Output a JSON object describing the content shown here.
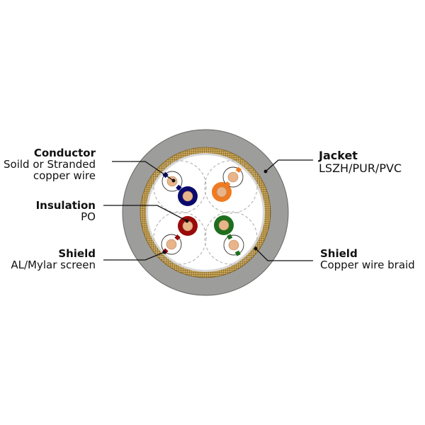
{
  "labels": {
    "conductor": {
      "title": "Conductor",
      "line1": "Soild or Stranded",
      "line2": "copper wire"
    },
    "insulation": {
      "title": "Insulation",
      "line1": "PO"
    },
    "shield_left": {
      "title": "Shield",
      "line1": "AL/Mylar screen"
    },
    "jacket": {
      "title": "Jacket",
      "line1": "LSZH/PUR/PVC"
    },
    "shield_right": {
      "title": "Shield",
      "line1": "Copper wire braid"
    }
  },
  "colors": {
    "jacket": "#9d9d9b",
    "braid": "#b08a3c",
    "copper": "#e8b48a",
    "pair_blue": "#0a0a6e",
    "pair_orange": "#f07a22",
    "pair_red": "#9a0a0a",
    "pair_green": "#1e6e1e"
  }
}
